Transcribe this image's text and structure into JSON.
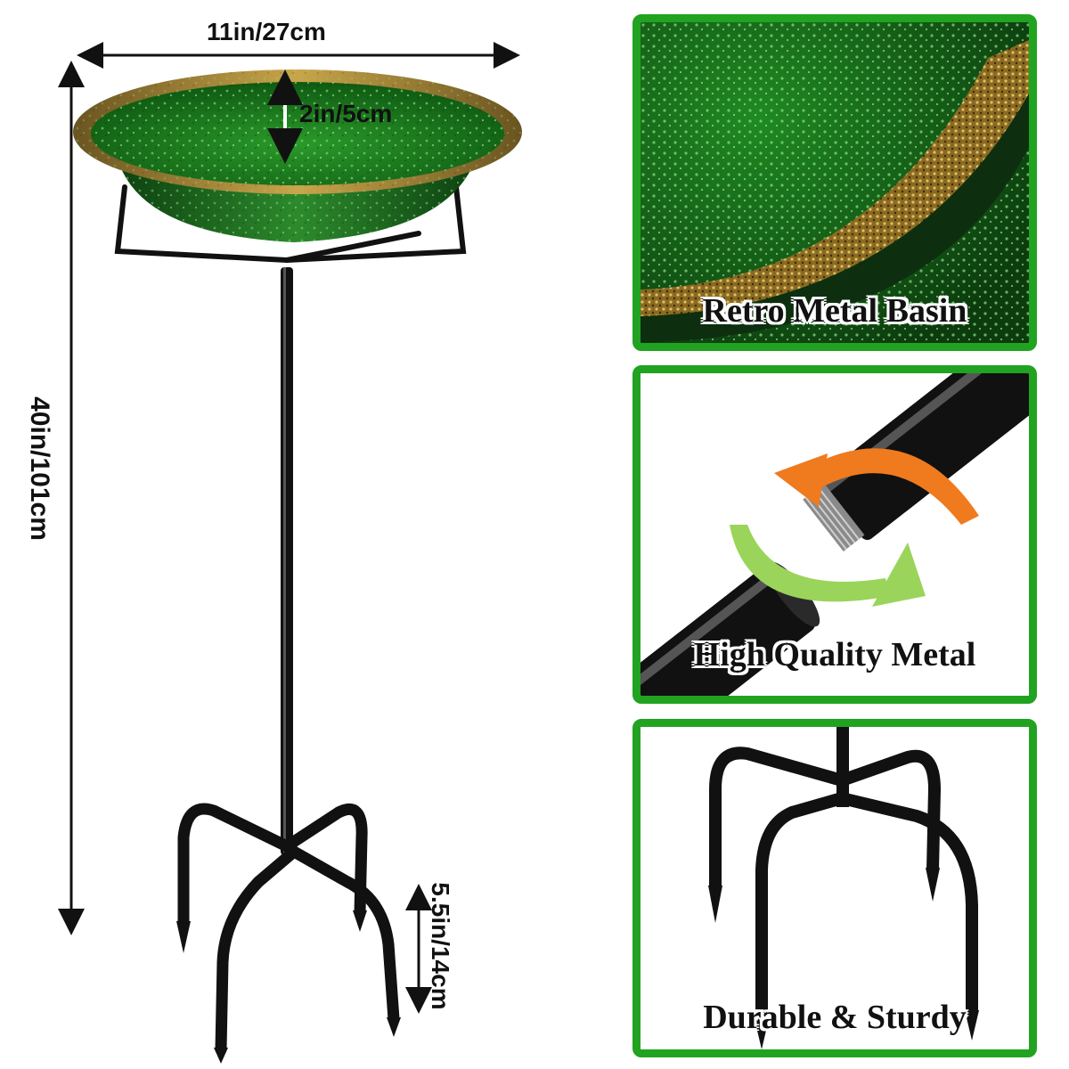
{
  "dimensions": {
    "width": "11in/27cm",
    "basin_depth": "2in/5cm",
    "height": "40in/101cm",
    "leg_height": "5.5in/14cm"
  },
  "features": [
    {
      "caption": "Retro Metal Basin"
    },
    {
      "caption": "High Quality Metal"
    },
    {
      "caption": "Durable & Sturdy"
    }
  ],
  "colors": {
    "panel_border": "#21a321",
    "basin_green": "#1f7a1f",
    "rim_gold": "#9a7a2a",
    "pole_black": "#111111",
    "arrow_orange": "#f07a1e",
    "arrow_green": "#9ad45a"
  }
}
